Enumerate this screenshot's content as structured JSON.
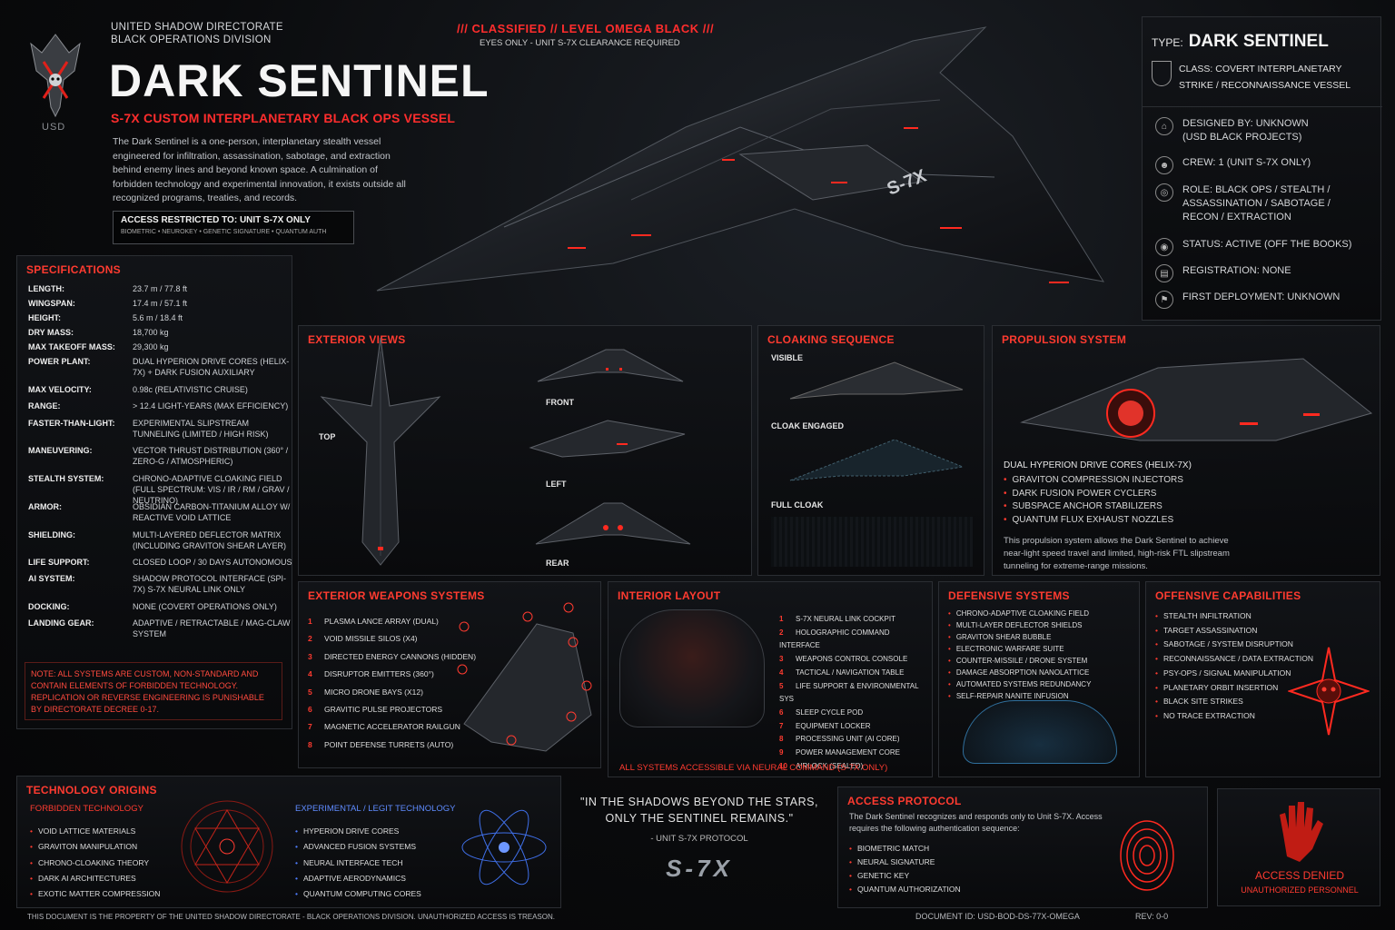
{
  "header": {
    "org_line1": "UNITED SHADOW DIRECTORATE",
    "org_line2": "BLACK OPERATIONS DIVISION",
    "logo_text": "USD",
    "title": "DARK SENTINEL",
    "subtitle": "S-7X CUSTOM INTERPLANETARY BLACK OPS VESSEL",
    "intro": "The Dark Sentinel is a one-person, interplanetary stealth vessel engineered for infiltration, assassination, sabotage, and extraction behind enemy lines and beyond known space. A culmination of forbidden technology and experimental innovation, it exists outside all recognized programs, treaties, and records.",
    "access_title": "ACCESS RESTRICTED TO: UNIT S-7X ONLY",
    "access_sub": "BIOMETRIC • NEUROKEY • GENETIC SIGNATURE • QUANTUM AUTH",
    "classified_line": "/// CLASSIFIED // LEVEL OMEGA BLACK ///",
    "eyes_only": "EYES ONLY - UNIT S-7X CLEARANCE REQUIRED",
    "hull_mark": "S-7X"
  },
  "type_box": {
    "type_label": "TYPE:",
    "type_value": "DARK SENTINEL",
    "class_line1": "CLASS: COVERT INTERPLANETARY",
    "class_line2": "STRIKE / RECONNAISSANCE VESSEL",
    "rows": [
      {
        "icon": "compass-icon",
        "text1": "DESIGNED BY: UNKNOWN",
        "text2": "(USD BLACK PROJECTS)"
      },
      {
        "icon": "pilot-icon",
        "text1": "CREW: 1 (UNIT S-7X ONLY)",
        "text2": ""
      },
      {
        "icon": "target-icon",
        "text1": "ROLE: BLACK OPS / STEALTH /",
        "text2": "ASSASSINATION / SABOTAGE / RECON / EXTRACTION"
      },
      {
        "icon": "status-icon",
        "text1": "STATUS: ACTIVE (OFF THE BOOKS)",
        "text2": ""
      },
      {
        "icon": "registry-icon",
        "text1": "REGISTRATION: NONE",
        "text2": ""
      },
      {
        "icon": "deploy-icon",
        "text1": "FIRST DEPLOYMENT: UNKNOWN",
        "text2": ""
      }
    ]
  },
  "specs": {
    "title": "SPECIFICATIONS",
    "rows": [
      {
        "k": "LENGTH:",
        "v": "23.7 m / 77.8 ft"
      },
      {
        "k": "WINGSPAN:",
        "v": "17.4 m / 57.1 ft"
      },
      {
        "k": "HEIGHT:",
        "v": "5.6 m / 18.4 ft"
      },
      {
        "k": "DRY MASS:",
        "v": "18,700 kg"
      },
      {
        "k": "MAX TAKEOFF MASS:",
        "v": "29,300 kg"
      },
      {
        "k": "POWER PLANT:",
        "v": "DUAL HYPERION DRIVE CORES (HELIX-7X) + DARK FUSION AUXILIARY"
      },
      {
        "k": "MAX VELOCITY:",
        "v": "0.98c (RELATIVISTIC CRUISE)"
      },
      {
        "k": "RANGE:",
        "v": "> 12.4 LIGHT-YEARS (MAX EFFICIENCY)"
      },
      {
        "k": "FASTER-THAN-LIGHT:",
        "v": "EXPERIMENTAL SLIPSTREAM TUNNELING (LIMITED / HIGH RISK)"
      },
      {
        "k": "MANEUVERING:",
        "v": "VECTOR THRUST DISTRIBUTION (360° / ZERO-G / ATMOSPHERIC)"
      },
      {
        "k": "STEALTH SYSTEM:",
        "v": "CHRONO-ADAPTIVE CLOAKING FIELD (FULL SPECTRUM: VIS / IR / RM / GRAV / NEUTRINO)"
      },
      {
        "k": "ARMOR:",
        "v": "OBSIDIAN CARBON-TITANIUM ALLOY W/ REACTIVE VOID LATTICE"
      },
      {
        "k": "SHIELDING:",
        "v": "MULTI-LAYERED DEFLECTOR MATRIX (INCLUDING GRAVITON SHEAR LAYER)"
      },
      {
        "k": "LIFE SUPPORT:",
        "v": "CLOSED LOOP / 30 DAYS AUTONOMOUS"
      },
      {
        "k": "AI SYSTEM:",
        "v": "SHADOW PROTOCOL INTERFACE (SPI-7X) S-7X NEURAL LINK ONLY"
      },
      {
        "k": "DOCKING:",
        "v": "NONE (COVERT OPERATIONS ONLY)"
      },
      {
        "k": "LANDING GEAR:",
        "v": "ADAPTIVE / RETRACTABLE / MAG-CLAW SYSTEM"
      }
    ],
    "note": "NOTE: ALL SYSTEMS ARE CUSTOM, NON-STANDARD AND CONTAIN ELEMENTS OF FORBIDDEN TECHNOLOGY. REPLICATION OR REVERSE ENGINEERING IS PUNISHABLE BY DIRECTORATE DECREE 0-17."
  },
  "exterior_views": {
    "title": "EXTERIOR VIEWS",
    "top": "TOP",
    "front": "FRONT",
    "left": "LEFT",
    "rear": "REAR"
  },
  "cloaking": {
    "title": "CLOAKING SEQUENCE",
    "visible": "VISIBLE",
    "engaged": "CLOAK ENGAGED",
    "full": "FULL CLOAK"
  },
  "propulsion": {
    "title": "PROPULSION SYSTEM",
    "head": "DUAL HYPERION DRIVE CORES (HELIX-7X)",
    "items": [
      "GRAVITON COMPRESSION INJECTORS",
      "DARK FUSION POWER CYCLERS",
      "SUBSPACE ANCHOR STABILIZERS",
      "QUANTUM FLUX EXHAUST NOZZLES"
    ],
    "desc": "This propulsion system allows the Dark Sentinel to achieve near-light speed travel and limited, high-risk FTL slipstream tunneling for extreme-range missions."
  },
  "weapons": {
    "title": "EXTERIOR WEAPONS SYSTEMS",
    "items": [
      "PLASMA LANCE ARRAY (DUAL)",
      "VOID MISSILE SILOS (X4)",
      "DIRECTED ENERGY CANNONS (HIDDEN)",
      "DISRUPTOR EMITTERS (360°)",
      "MICRO DRONE BAYS (X12)",
      "GRAVITIC PULSE PROJECTORS",
      "MAGNETIC ACCELERATOR RAILGUN",
      "POINT DEFENSE TURRETS (AUTO)"
    ]
  },
  "interior": {
    "title": "INTERIOR LAYOUT",
    "items": [
      "S-7X NEURAL LINK COCKPIT",
      "HOLOGRAPHIC COMMAND INTERFACE",
      "WEAPONS CONTROL CONSOLE",
      "TACTICAL / NAVIGATION TABLE",
      "LIFE SUPPORT & ENVIRONMENTAL SYS",
      "SLEEP CYCLE POD",
      "EQUIPMENT LOCKER",
      "PROCESSING UNIT (AI CORE)",
      "POWER MANAGEMENT CORE",
      "AIRLOCK (SEALED)"
    ],
    "footer": "ALL SYSTEMS ACCESSIBLE VIA NEURAL COMMAND (S-7X ONLY)"
  },
  "defensive": {
    "title": "DEFENSIVE SYSTEMS",
    "items": [
      "CHRONO-ADAPTIVE CLOAKING FIELD",
      "MULTI-LAYER DEFLECTOR SHIELDS",
      "GRAVITON SHEAR BUBBLE",
      "ELECTRONIC WARFARE SUITE",
      "COUNTER-MISSILE / DRONE SYSTEM",
      "DAMAGE ABSORPTION NANOLATTICE",
      "AUTOMATED SYSTEMS REDUNDANCY",
      "SELF-REPAIR NANITE INFUSION"
    ]
  },
  "offensive": {
    "title": "OFFENSIVE CAPABILITIES",
    "items": [
      "STEALTH INFILTRATION",
      "TARGET ASSASSINATION",
      "SABOTAGE / SYSTEM DISRUPTION",
      "RECONNAISSANCE / DATA EXTRACTION",
      "PSY-OPS / SIGNAL MANIPULATION",
      "PLANETARY ORBIT INSERTION",
      "BLACK SITE STRIKES",
      "NO TRACE EXTRACTION"
    ]
  },
  "tech": {
    "title": "TECHNOLOGY ORIGINS",
    "forbidden_title": "FORBIDDEN TECHNOLOGY",
    "forbidden": [
      "VOID LATTICE MATERIALS",
      "GRAVITON MANIPULATION",
      "CHRONO-CLOAKING THEORY",
      "DARK AI ARCHITECTURES",
      "EXOTIC MATTER COMPRESSION"
    ],
    "legit_title": "EXPERIMENTAL / LEGIT TECHNOLOGY",
    "legit": [
      "HYPERION DRIVE CORES",
      "ADVANCED FUSION SYSTEMS",
      "NEURAL INTERFACE TECH",
      "ADAPTIVE AERODYNAMICS",
      "QUANTUM COMPUTING CORES"
    ]
  },
  "quote": {
    "line1": "\"IN THE SHADOWS BEYOND THE STARS,",
    "line2": "ONLY THE SENTINEL REMAINS.\"",
    "attrib": "- UNIT S-7X PROTOCOL",
    "emblem": "S-7X"
  },
  "access": {
    "title": "ACCESS PROTOCOL",
    "desc": "The Dark Sentinel recognizes and responds only to Unit S-7X. Access requires the following authentication sequence:",
    "items": [
      "BIOMETRIC MATCH",
      "NEURAL SIGNATURE",
      "GENETIC KEY",
      "QUANTUM AUTHORIZATION"
    ],
    "denied": "ACCESS DENIED",
    "denied_sub": "UNAUTHORIZED PERSONNEL"
  },
  "footer": {
    "left": "THIS DOCUMENT IS THE PROPERTY OF THE UNITED SHADOW DIRECTORATE - BLACK OPERATIONS DIVISION. UNAUTHORIZED ACCESS IS TREASON.",
    "doc_id": "DOCUMENT ID: USD-BOD-DS-77X-OMEGA",
    "rev": "REV: 0-0"
  },
  "colors": {
    "accent": "#ff3b30",
    "blue": "#4f7dff",
    "bg": "#07080a"
  }
}
